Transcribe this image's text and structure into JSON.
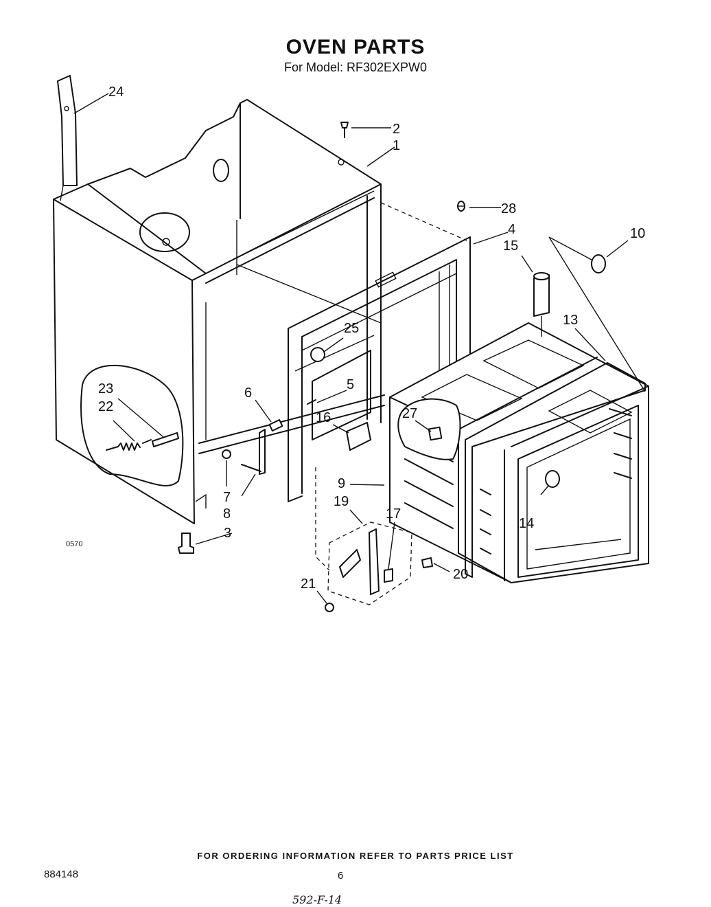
{
  "header": {
    "title": "OVEN PARTS",
    "subtitle": "For Model: RF302EXPW0"
  },
  "figure_code": "0570",
  "callouts": [
    "1",
    "2",
    "3",
    "4",
    "5",
    "6",
    "7",
    "8",
    "9",
    "10",
    "13",
    "14",
    "15",
    "16",
    "17",
    "19",
    "20",
    "21",
    "22",
    "23",
    "24",
    "25",
    "27",
    "28"
  ],
  "footer": {
    "ordering_note": "FOR ORDERING INFORMATION REFER TO PARTS PRICE LIST",
    "doc_number": "884148",
    "page_number": "6",
    "handwritten_note": "592-F-14"
  }
}
